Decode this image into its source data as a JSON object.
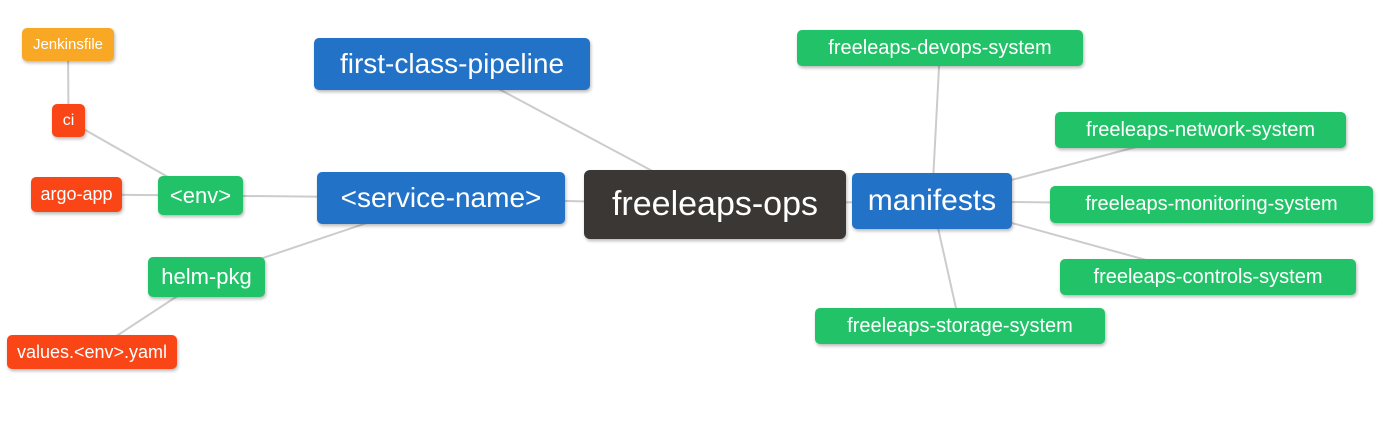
{
  "diagram": {
    "type": "mindmap",
    "root_label": "freeleaps-ops",
    "colors": {
      "root": "#3B3734",
      "blue": "#2272C8",
      "green": "#22C368",
      "red": "#FA4616",
      "amber": "#F9A826",
      "edge": "#CCCCCC",
      "text": "#FFFFFF",
      "background": "#FFFFFF"
    },
    "nodes": {
      "jenkinsfile": {
        "label": "Jenkinsfile",
        "color": "amber"
      },
      "ci": {
        "label": "ci",
        "color": "red"
      },
      "argo_app": {
        "label": "argo-app",
        "color": "red"
      },
      "env": {
        "label": "<env>",
        "color": "green"
      },
      "helm_pkg": {
        "label": "helm-pkg",
        "color": "green"
      },
      "values_env_yaml": {
        "label": "values.<env>.yaml",
        "color": "red"
      },
      "first_class_pipeline": {
        "label": "first-class-pipeline",
        "color": "blue"
      },
      "service_name": {
        "label": "<service-name>",
        "color": "blue"
      },
      "freeleaps_ops": {
        "label": "freeleaps-ops",
        "color": "root"
      },
      "manifests": {
        "label": "manifests",
        "color": "blue"
      },
      "devops": {
        "label": "freeleaps-devops-system",
        "color": "green"
      },
      "network": {
        "label": "freeleaps-network-system",
        "color": "green"
      },
      "monitoring": {
        "label": "freeleaps-monitoring-system",
        "color": "green"
      },
      "controls": {
        "label": "freeleaps-controls-system",
        "color": "green"
      },
      "storage": {
        "label": "freeleaps-storage-system",
        "color": "green"
      }
    },
    "edges": [
      {
        "from": "jenkinsfile",
        "to": "ci"
      },
      {
        "from": "ci",
        "to": "env"
      },
      {
        "from": "argo_app",
        "to": "env"
      },
      {
        "from": "env",
        "to": "service_name"
      },
      {
        "from": "helm_pkg",
        "to": "service_name"
      },
      {
        "from": "values_env_yaml",
        "to": "helm_pkg"
      },
      {
        "from": "first_class_pipeline",
        "to": "freeleaps_ops"
      },
      {
        "from": "service_name",
        "to": "freeleaps_ops"
      },
      {
        "from": "freeleaps_ops",
        "to": "manifests"
      },
      {
        "from": "manifests",
        "to": "devops"
      },
      {
        "from": "manifests",
        "to": "network"
      },
      {
        "from": "manifests",
        "to": "monitoring"
      },
      {
        "from": "manifests",
        "to": "controls"
      },
      {
        "from": "manifests",
        "to": "storage"
      }
    ]
  }
}
